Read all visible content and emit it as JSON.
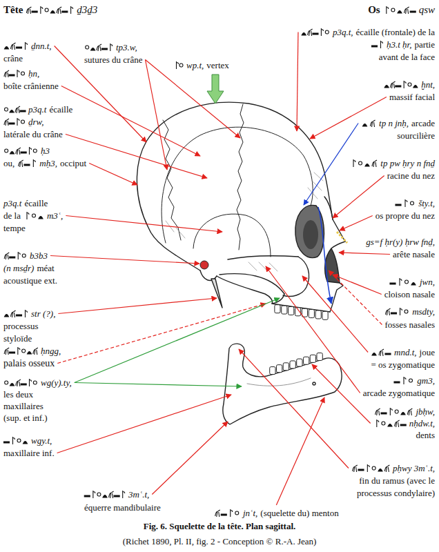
{
  "diagram": {
    "caption": "Fig. 6. Squelette de la tête. Plan sagittal.",
    "labels": [
      "Tête",
      "ḏ3ḏ3",
      "Os",
      "qsw",
      "ḏnn.t,",
      "crâne",
      "tp3.w,",
      "sutures du crâne",
      "wp.t,",
      "vertex",
      "p3q.t,",
      "écaille (frontale) de la",
      "ḥ3.t ḥr,",
      "partie",
      "avant de la face",
      "ḥn,",
      "boîte crânienne",
      "ḫnt,",
      "massif facial",
      "p3q.t",
      "écaille",
      "ḏrw,",
      "latérale du crâne",
      "tp n jnḥ,",
      "arcade",
      "sourcilière",
      "ḥ3",
      "ou,",
      "mḥ3,",
      "occiput",
      "tp pw ḥry n fnḏ",
      "racine du nez",
      "šty.t,",
      "os propre du nez",
      "p3q.t",
      "écaille",
      "de la",
      "m3ʿ,",
      "tempe",
      "gs=f ḥr(y) ḥrw fnḏ,",
      "arête nasale",
      "b3b3",
      "(n msḏr)",
      "méat",
      "acoustique ext.",
      "jwn,",
      "cloison nasale",
      "msdty,",
      "fosses nasales",
      "str (?),",
      "processus",
      "styloïde",
      "ḥngg,",
      "palais osseux",
      "mnd.t,",
      "joue",
      "= os zygomatique",
      "wg(y).ty,",
      "les deux",
      "maxillaires",
      "(sup. et inf.)",
      "gm3,",
      "arcade zygomatique",
      "jbḥw,",
      "nḥdw.t,",
      "dents",
      "wgy.t,",
      "maxillaire inf.",
      "pḥwy 3mʿ.t,",
      "fin du ramus (avec le",
      "processus condylaire)",
      "3mʿ.t,",
      "équerre mandibulaire",
      "jnʿt,",
      "(squelette du) menton",
      "(Richet 1890, Pl. II, fig. 2 - Conception © R.-A. Jean)"
    ]
  }
}
